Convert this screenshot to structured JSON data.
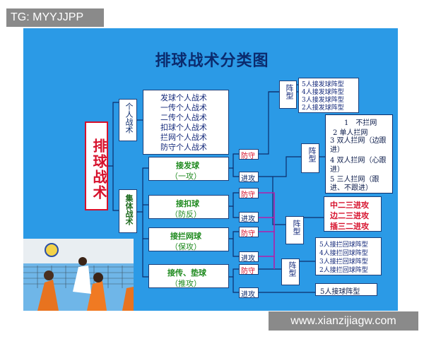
{
  "watermark_top": "TG: MYYJJPP",
  "watermark_bottom": "www.xianzijiagw.com",
  "title": "排球战术分类图",
  "root": "排球战术",
  "individual": {
    "label": "个人战术",
    "items": [
      "发球个人战术",
      "一传个人战术",
      "二传个人战术",
      "扣球个人战术",
      "拦网个人战术",
      "防守个人战术"
    ]
  },
  "collective": {
    "label": "集体战术",
    "groups": [
      {
        "name": "接发球",
        "sub": "（一攻）"
      },
      {
        "name": "接扣球",
        "sub": "（防反）"
      },
      {
        "name": "接拦网球",
        "sub": "（保攻）"
      },
      {
        "name": "接传、垫球",
        "sub": "（推攻）"
      }
    ]
  },
  "small_labels": {
    "defense": "防守",
    "attack": "进攻",
    "formation": "阵型"
  },
  "reception": [
    "5人接发球阵型",
    "4人接发球阵型",
    "3人接发球阵型",
    "2人接发球阵型"
  ],
  "blocking": [
    "1　不拦网",
    "2 单人拦网",
    "3 双人拦网（边跟进）",
    "4 双人拦网（心跟进）",
    "5 三人拦网（跟进、不跟进）"
  ],
  "attack_forms": [
    "中二三进攻",
    "边二三进攻",
    "插三二进攻"
  ],
  "cover": [
    "5人接拦回球阵型",
    "4人接拦回球阵型",
    "3人接拦回球阵型",
    "2人接拦回球阵型"
  ],
  "five_man": "5人接球阵型",
  "colors": {
    "panel": "#2b9ae6",
    "title": "#0b2b6e",
    "red": "#d6102b",
    "green": "#1e8a1e",
    "magenta": "#b41ea8"
  }
}
